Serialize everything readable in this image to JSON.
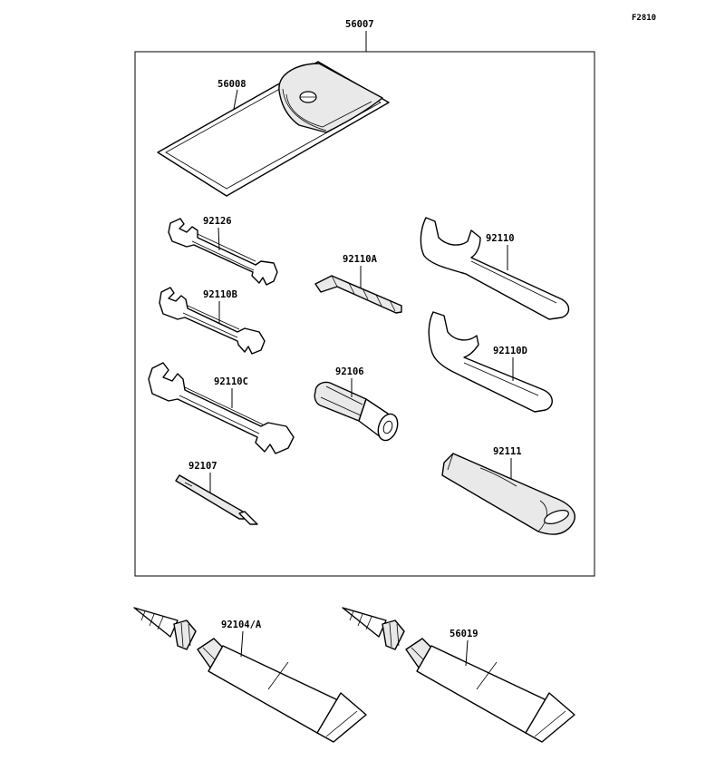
{
  "figure_code": "F2810",
  "kit": {
    "part_number": "56007",
    "items": [
      {
        "key": "pouch",
        "part_number": "56008"
      },
      {
        "key": "wrench_small",
        "part_number": "92126"
      },
      {
        "key": "wrench_medium",
        "part_number": "92110B"
      },
      {
        "key": "wrench_large",
        "part_number": "92110C"
      },
      {
        "key": "hex_key",
        "part_number": "92110A"
      },
      {
        "key": "plug_tool",
        "part_number": "92106"
      },
      {
        "key": "screwdriver_bit",
        "part_number": "92107"
      },
      {
        "key": "hook_wrench_upper",
        "part_number": "92110"
      },
      {
        "key": "hook_wrench_lower",
        "part_number": "92110D"
      },
      {
        "key": "extension_handle",
        "part_number": "92111"
      }
    ]
  },
  "tubes": [
    {
      "key": "grease_tube_left",
      "part_number": "92104/A"
    },
    {
      "key": "grease_tube_right",
      "part_number": "56019"
    }
  ]
}
